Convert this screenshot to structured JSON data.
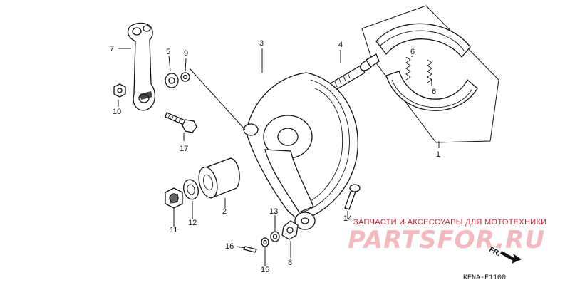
{
  "diagram": {
    "callouts": {
      "c1": "1",
      "c2": "2",
      "c3": "3",
      "c4": "4",
      "c5": "5",
      "c6a": "6",
      "c6b": "6",
      "c7": "7",
      "c8": "8",
      "c9": "9",
      "c10": "10",
      "c11": "11",
      "c12": "12",
      "c13": "13",
      "c14": "14",
      "c15": "15",
      "c16": "16",
      "c17": "17"
    },
    "front_marker": "FR.",
    "figure_code": "KENA-F1100"
  },
  "watermark": {
    "tagline": "ЗАПЧАСТИ И АКСЕССУАРЫ ДЛЯ МОТОТЕХНИКИ",
    "brand": "PARTSFOR.RU"
  },
  "colors": {
    "watermark_red": "#c81e2c",
    "watermark_pink": "#f3b9bf",
    "ink": "#111111"
  }
}
